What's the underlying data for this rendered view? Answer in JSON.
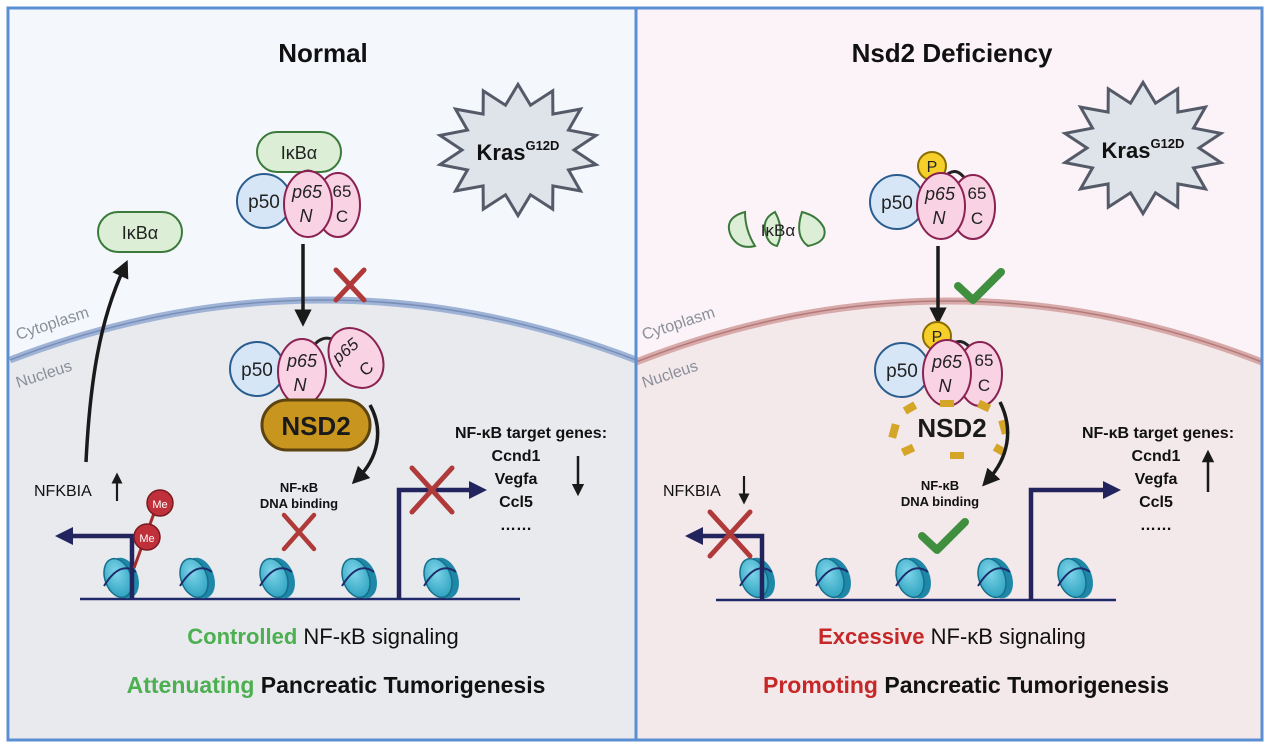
{
  "panels": {
    "normal": {
      "title": "Normal",
      "kras": "Kras",
      "kras_sup": "G12D",
      "ikba": "IκBα",
      "p50": "p50",
      "p65": "p65",
      "n": "N",
      "c": "C",
      "num65": "65",
      "nsd2": "NSD2",
      "cytoplasm": "Cytoplasm",
      "nucleus": "Nucleus",
      "nfkbia": "NFKBIA",
      "me": "Me",
      "nfkb_line1": "NF-κB",
      "nfkb_line2": "DNA binding",
      "target_title": "NF-κB target genes:",
      "genes": [
        "Ccnd1",
        "Vegfa",
        "Ccl5",
        "……"
      ],
      "signal_prefix": "Controlled",
      "signal_rest": " NF-κB signaling",
      "outcome_prefix": "Attenuating",
      "outcome_rest": " Pancreatic Tumorigenesis"
    },
    "deficiency": {
      "title": "Nsd2 Deficiency",
      "kras": "Kras",
      "kras_sup": "G12D",
      "ikba": "IκBα",
      "p": "P",
      "p50": "p50",
      "p65": "p65",
      "n": "N",
      "c": "C",
      "num65": "65",
      "nsd2": "NSD2",
      "cytoplasm": "Cytoplasm",
      "nucleus": "Nucleus",
      "nfkbia": "NFKBIA",
      "nfkb_line1": "NF-κB",
      "nfkb_line2": "DNA binding",
      "target_title": "NF-κB target genes:",
      "genes": [
        "Ccnd1",
        "Vegfa",
        "Ccl5",
        "……"
      ],
      "signal_prefix": "Excessive",
      "signal_rest": " NF-κB signaling",
      "outcome_prefix": "Promoting",
      "outcome_rest": " Pancreatic Tumorigenesis"
    }
  },
  "colors": {
    "green": "#4caf50",
    "red": "#c62828",
    "check": "#3f8f3f",
    "cross": "#b03a3a",
    "navy": "#23235e",
    "panel_border": "#5b8fd4"
  }
}
